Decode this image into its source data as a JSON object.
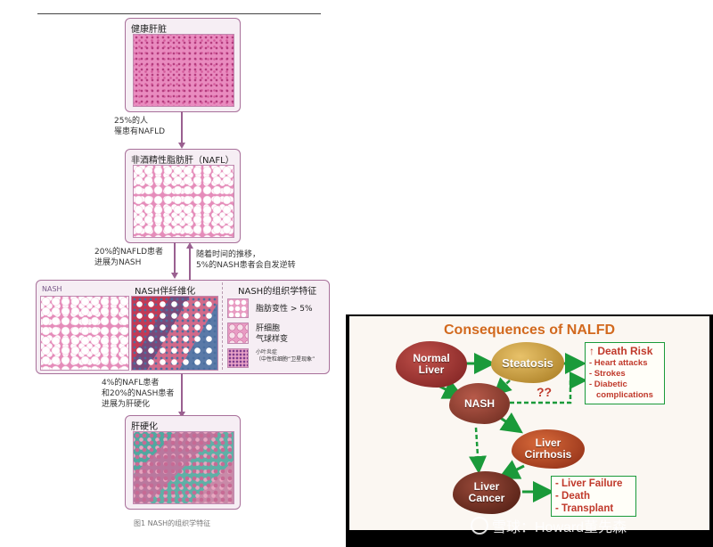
{
  "left_figure": {
    "healthy": {
      "title": "健康肝脏"
    },
    "step1": {
      "line1": "25%的人",
      "line2": "罹患有NAFLD"
    },
    "nafl": {
      "title": "非酒精性脂肪肝（NAFL）"
    },
    "step2_down": {
      "line1": "20%的NAFLD患者",
      "line2": "进展为NASH"
    },
    "step2_up": {
      "line1": "随着时间的推移，",
      "line2": "5%的NASH患者会自发逆转"
    },
    "nash": {
      "label": "NASH",
      "fibrosis_title": "NASH伴纤维化",
      "features_title": "NASH的组织学特征",
      "feature1": "脂肪变性 > 5%",
      "feature2_line1": "肝细胞",
      "feature2_line2": "气球样变",
      "feature3_line1": "小叶炎症",
      "feature3_line2": "（中性粒细胞“卫星现象”"
    },
    "step3": {
      "line1": "4%的NAFL患者",
      "line2": "和20%的NASH患者",
      "line3": "进展为肝硬化"
    },
    "cirrhosis": {
      "title": "肝硬化"
    },
    "figure_caption": "图1 NASH的组织学特征"
  },
  "right_figure": {
    "title": "Consequences of NALFD",
    "normal_liver": {
      "line1": "Normal",
      "line2": "Liver"
    },
    "steatosis": "Steatosis",
    "nash": "NASH",
    "liver_cirrhosis": {
      "line1": "Liver",
      "line2": "Cirrhosis"
    },
    "liver_cancer": {
      "line1": "Liver",
      "line2": "Cancer"
    },
    "question": "??",
    "death_risk": {
      "title": "Death Risk",
      "items": [
        "- Heart attacks",
        "- Strokes",
        "- Diabetic",
        "complications"
      ]
    },
    "outcomes": [
      "- Liver Failure",
      "- Death",
      "- Transplant"
    ],
    "colors": {
      "arrow": "#1a9a3a",
      "title": "#d2691e",
      "text": "#c0392b"
    }
  },
  "watermark": "雪球：Howard董先森"
}
